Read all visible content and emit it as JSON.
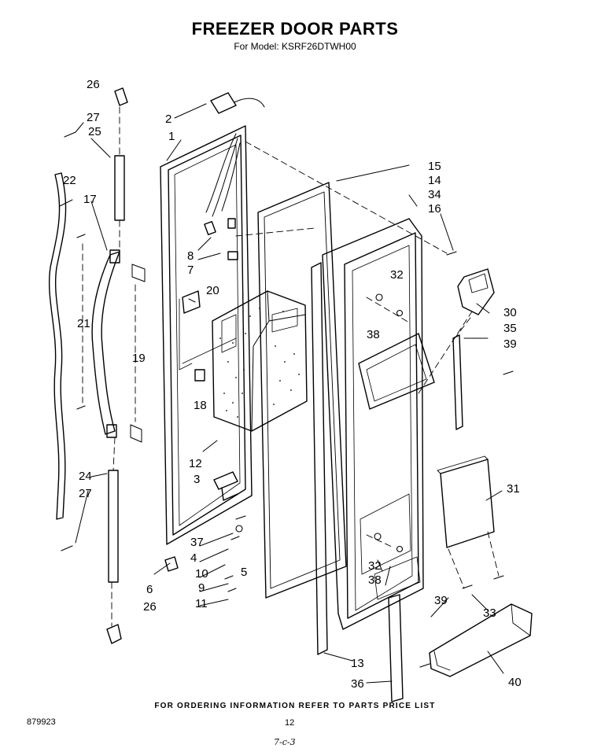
{
  "title": "FREEZER DOOR PARTS",
  "subtitle": "For Model: KSRF26DTWH00",
  "footer_note": "FOR ORDERING INFORMATION REFER TO PARTS PRICE LIST",
  "doc_number": "879923",
  "page_number": "12",
  "handwritten_mark": "7-c-3",
  "part_labels": {
    "p1": "1",
    "p2": "2",
    "p3": "3",
    "p4": "4",
    "p5": "5",
    "p6": "6",
    "p7": "7",
    "p8": "8",
    "p9": "9",
    "p10": "10",
    "p11": "11",
    "p12": "12",
    "p13": "13",
    "p14": "14",
    "p15": "15",
    "p16": "16",
    "p17": "17",
    "p18": "18",
    "p19": "19",
    "p20": "20",
    "p21": "21",
    "p22": "22",
    "p24": "24",
    "p25": "25",
    "p26a": "26",
    "p26b": "26",
    "p27a": "27",
    "p27b": "27",
    "p30": "30",
    "p31": "31",
    "p32a": "32",
    "p32b": "32",
    "p33": "33",
    "p34": "34",
    "p35": "35",
    "p36": "36",
    "p37": "37",
    "p38a": "38",
    "p38b": "38",
    "p39a": "39",
    "p39b": "39",
    "p40": "40"
  }
}
